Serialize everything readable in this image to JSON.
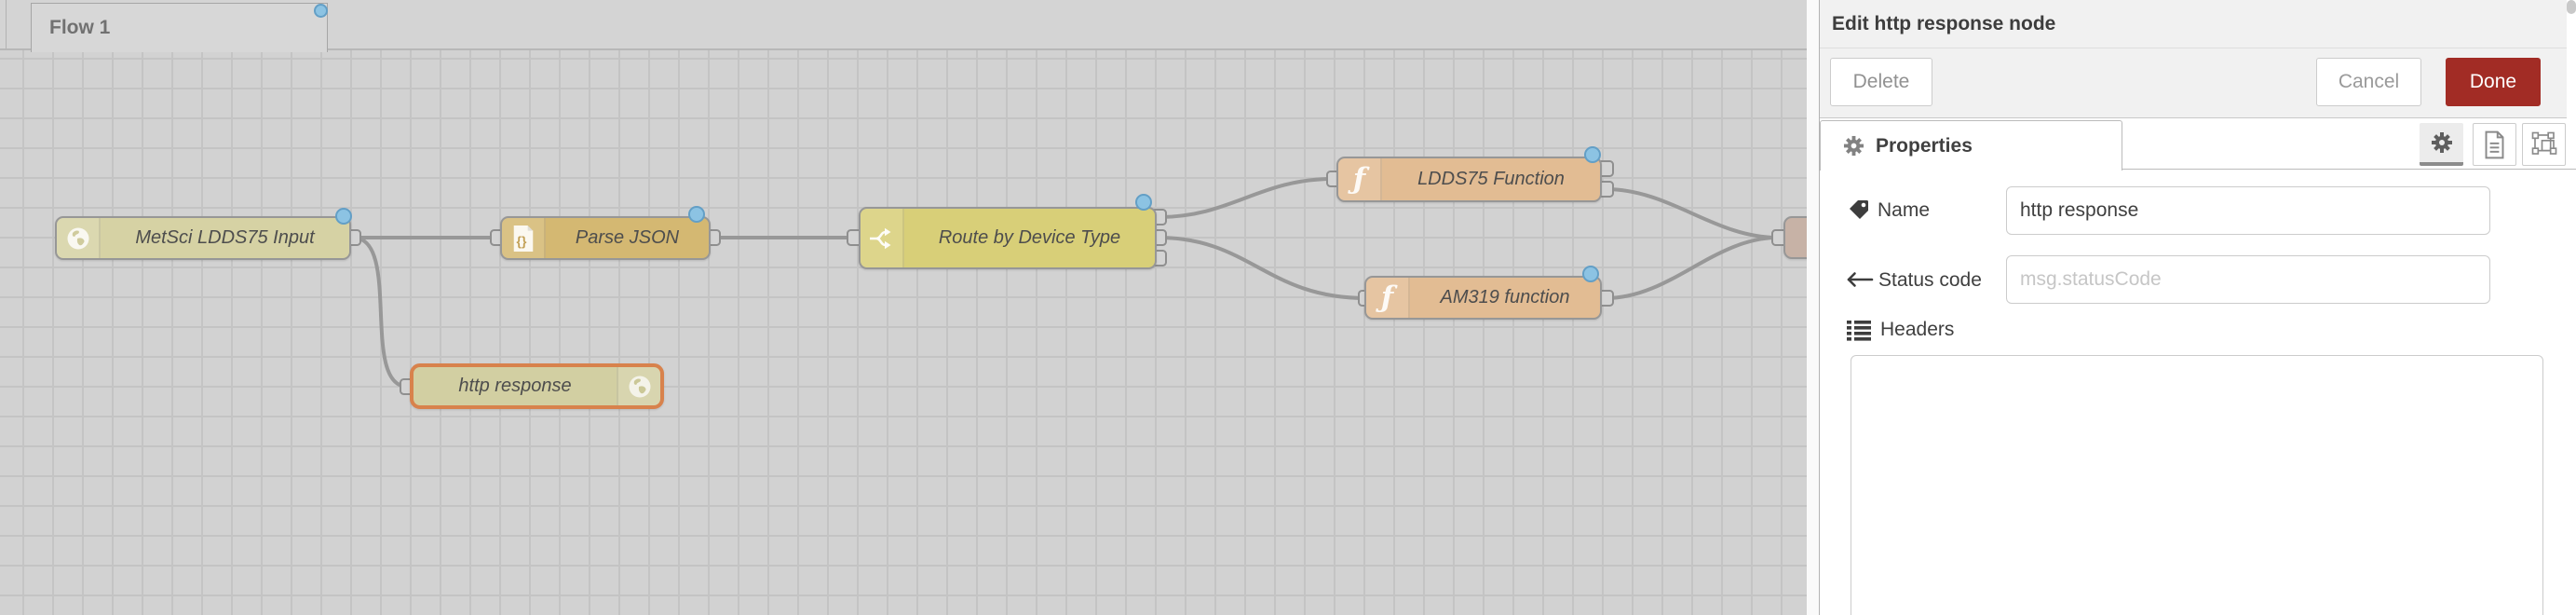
{
  "workspace": {
    "tab_label": "Flow 1",
    "nodes": [
      {
        "id": "metsci-input",
        "label": "MetSci LDDS75 Input",
        "icon": "globe-icon",
        "type": "http in",
        "changed": true
      },
      {
        "id": "parse-json",
        "label": "Parse JSON",
        "icon": "json-file-icon",
        "type": "json",
        "changed": true
      },
      {
        "id": "route-switch",
        "label": "Route by Device Type",
        "icon": "switch-icon",
        "type": "switch",
        "changed": true
      },
      {
        "id": "http-response",
        "label": "http response",
        "icon": "globe-icon",
        "type": "http response",
        "selected": true
      },
      {
        "id": "ldds75-fn",
        "label": "LDDS75 Function",
        "icon": "function-icon",
        "type": "function",
        "changed": true
      },
      {
        "id": "am319-fn",
        "label": "AM319 function",
        "icon": "function-icon",
        "type": "function",
        "changed": true
      }
    ],
    "colors": {
      "canvas_bg": "#d2d2d2",
      "http_node": "#d6d2a4",
      "json_node": "#d4b872",
      "switch_node": "#d8cf78",
      "function_node": "#e2bc93",
      "partial_node": "#c7b2a6",
      "selected_border": "#d8824c",
      "changed_indicator": "#8cc3e3",
      "wire": "#989898"
    }
  },
  "panel": {
    "title": "Edit http response node",
    "toolbar": {
      "delete_label": "Delete",
      "cancel_label": "Cancel",
      "done_label": "Done",
      "done_color": "#a22c25"
    },
    "tabs": {
      "properties_label": "Properties",
      "properties_icon": "gear-icon",
      "tools": [
        "gear-icon",
        "doc-icon",
        "group-icon"
      ]
    },
    "fields": {
      "name": {
        "icon": "tag-icon",
        "label": "Name",
        "value": "http response"
      },
      "status": {
        "icon": "arrow-left-icon",
        "label": "Status code",
        "placeholder": "msg.statusCode"
      },
      "headers": {
        "icon": "list-icon",
        "label": "Headers"
      }
    }
  }
}
